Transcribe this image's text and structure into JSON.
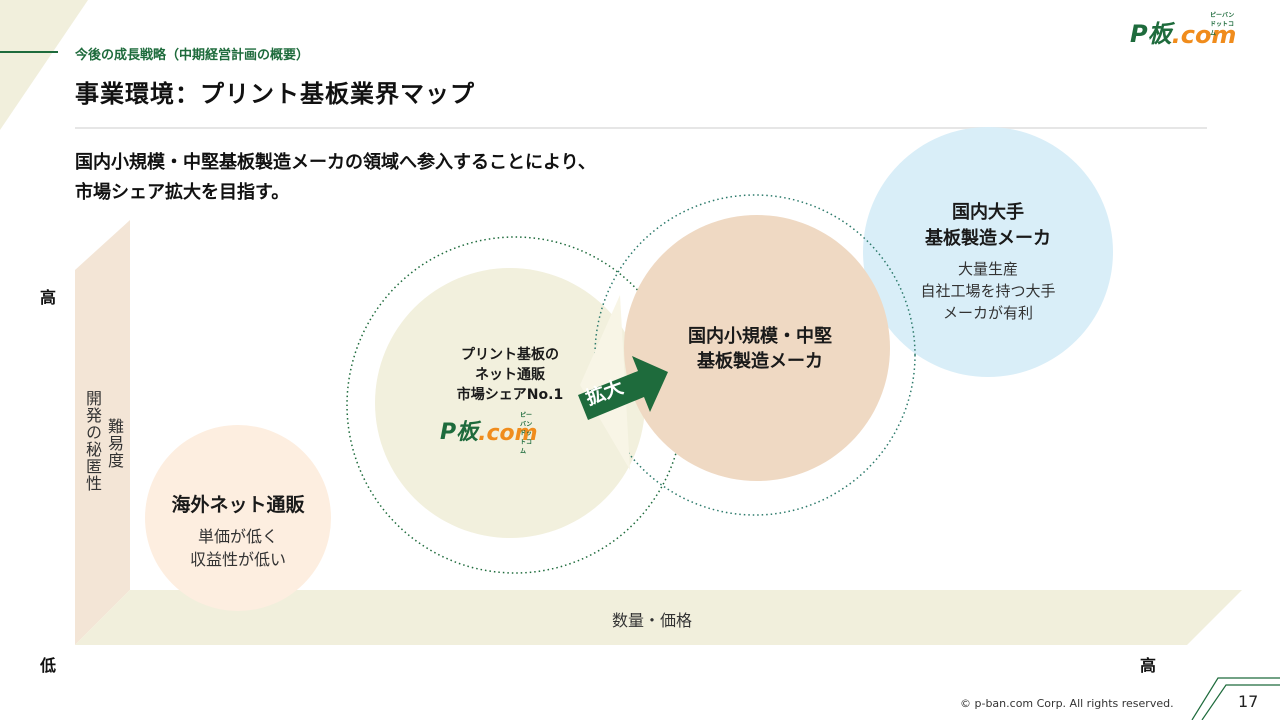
{
  "header": {
    "section": "今後の成長戦略（中期経営計画の概要）",
    "title": "事業環境：プリント基板業界マップ",
    "logo": {
      "main_left": "P板",
      "main_right": ".com",
      "ruby": "ピーバンドットコム"
    }
  },
  "lead": {
    "line1": "国内小規模・中堅基板製造メーカの領域へ参入することにより、",
    "line2": "市場シェア拡大を目指す。"
  },
  "axes": {
    "y_high": "高",
    "y_low": "低",
    "x_high": "高",
    "y_label_col1": "開発の秘匿性",
    "y_label_col2": "難易度",
    "x_label": "数量・価格"
  },
  "circles": {
    "overseas": {
      "title": "海外ネット通販",
      "line1": "単価が低く",
      "line2": "収益性が低い"
    },
    "pban": {
      "line1": "プリント基板の",
      "line2": "ネット通販",
      "line3": "市場シェアNo.1"
    },
    "midsize": {
      "line1": "国内小規模・中堅",
      "line2": "基板製造メーカ"
    },
    "major": {
      "title1": "国内大手",
      "title2": "基板製造メーカ",
      "line1": "大量生産",
      "line2": "自社工場を持つ大手",
      "line3": "メーカが有利"
    }
  },
  "arrow": {
    "label": "拡大"
  },
  "colors": {
    "brand_green": "#1e6b3c",
    "brand_orange": "#f08c1c"
  },
  "footer": {
    "copyright": "©  p-ban.com Corp. All rights reserved.",
    "page": "17"
  }
}
